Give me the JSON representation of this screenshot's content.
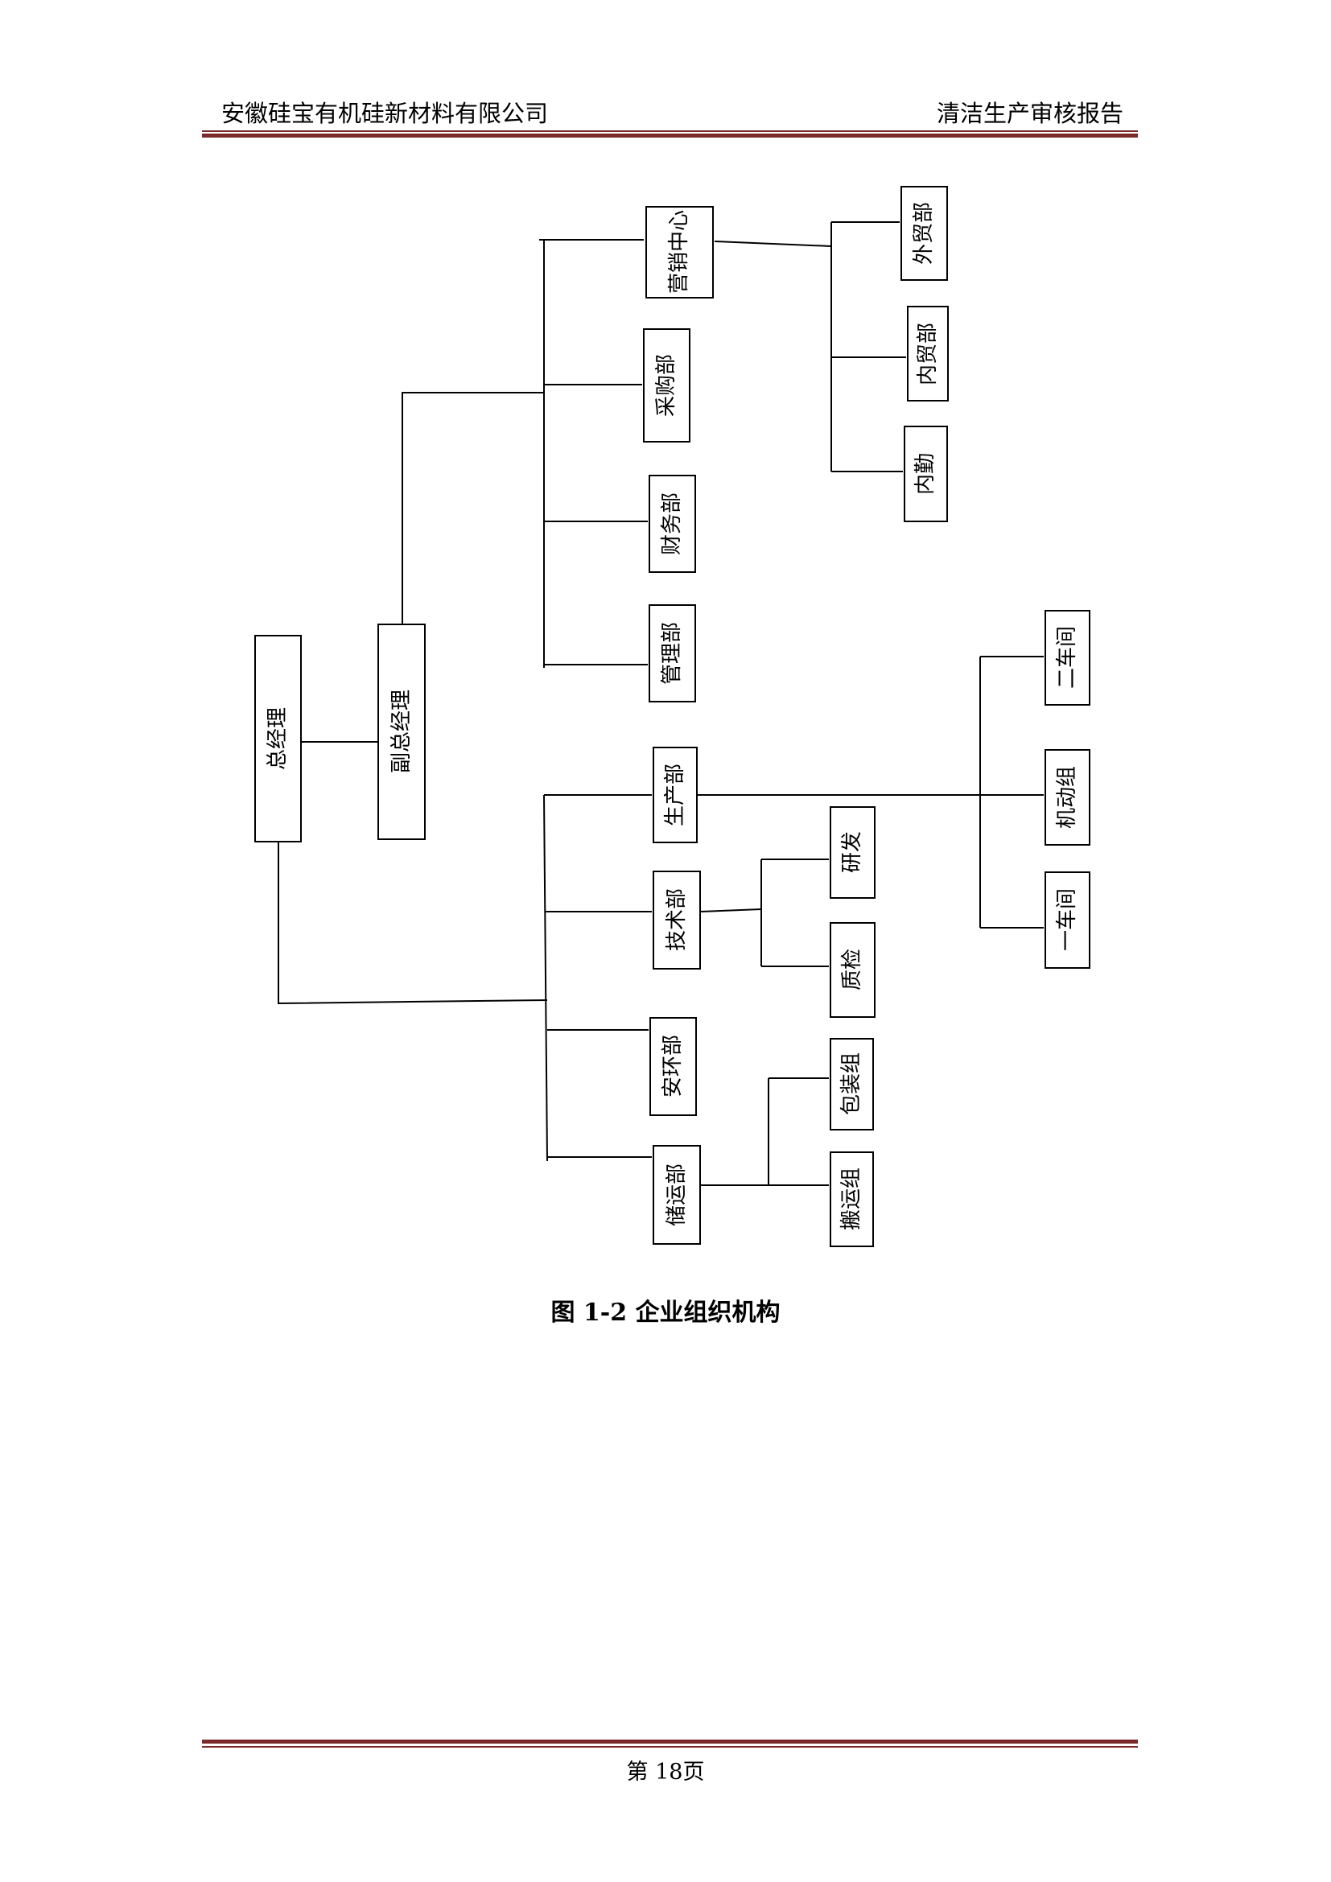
{
  "header": {
    "company": "安徽硅宝有机硅新材料有限公司",
    "report": "清洁生产审核报告"
  },
  "org_chart": {
    "root": "总经理",
    "deputy": "副总经理",
    "deputy_depts": [
      {
        "label": "营销中心",
        "children": [
          "外贸部",
          "内贸部",
          "内勤"
        ]
      },
      {
        "label": "采购部",
        "children": []
      },
      {
        "label": "财务部",
        "children": []
      },
      {
        "label": "管理部",
        "children": []
      }
    ],
    "direct_depts": [
      {
        "label": "生产部",
        "children": [
          "二车间",
          "机动组",
          "一车间"
        ]
      },
      {
        "label": "技术部",
        "children": [
          "研发",
          "质检"
        ]
      },
      {
        "label": "安环部",
        "children": []
      },
      {
        "label": "储运部",
        "children": [
          "包装组",
          "搬运组"
        ]
      }
    ]
  },
  "caption": "图 1-2  企业组织机构",
  "footer": "第  18页"
}
